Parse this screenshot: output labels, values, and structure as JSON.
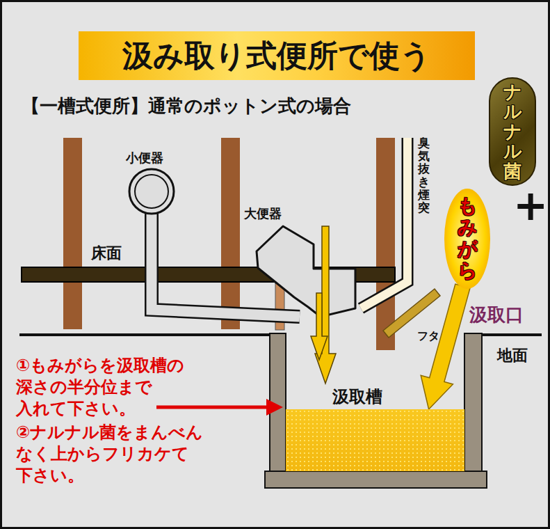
{
  "diagram": {
    "title": "汲み取り式便所で使う",
    "nodes": [
      {
        "text": [
          "ナルナル菌"
        ]
      },
      {
        "text": [
          "もみがら"
        ]
      },
      {
        "text": [
          "汲取槽"
        ]
      }
    ],
    "edges": [
      {
        "from": 1,
        "to": 2,
        "arrow": "to"
      }
    ],
    "labels": [
      "【一槽式便所】通常のポットン式の場合",
      "小便器",
      "大便器",
      "床面",
      "臭気抜き煙突",
      "+",
      "汲取口",
      "フタ",
      "地面",
      "①もみがらを汲取槽の 深さの半分位まで 入れて下さい。",
      "②ナルナル菌をまんべん なく上からフリカケて 下さい。"
    ]
  }
}
